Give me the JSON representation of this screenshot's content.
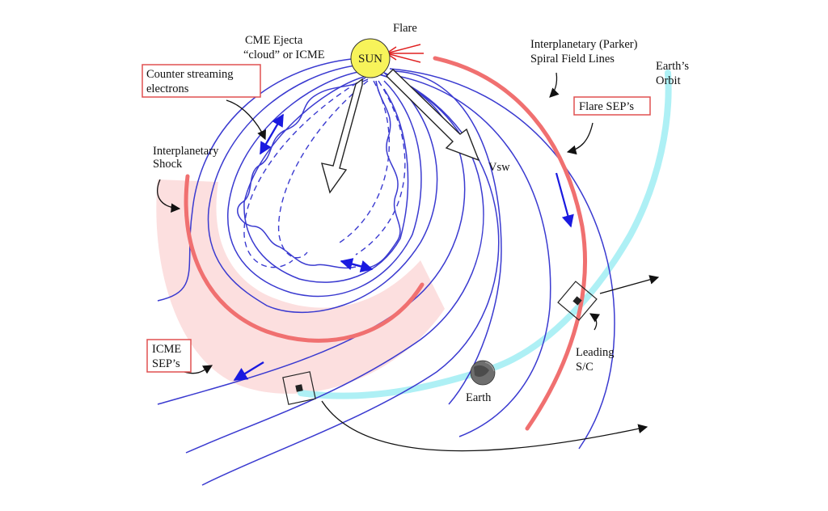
{
  "labels": {
    "flare": "Flare",
    "sun": "SUN",
    "cme_line1": "CME Ejecta",
    "cme_line2": "“cloud” or ICME",
    "counter_line1": "Counter streaming",
    "counter_line2": "electrons",
    "shock_line1": "Interplanetary",
    "shock_line2": "Shock",
    "vsw": "Vsw",
    "parker_line1": "Interplanetary (Parker)",
    "parker_line2": "Spiral Field Lines",
    "orbit_line1": "Earth’s",
    "orbit_line2": "Orbit",
    "flare_seps": "Flare SEP’s",
    "icme_line1": "ICME",
    "icme_line2": "SEP’s",
    "earth": "Earth",
    "leading_line1": "Leading",
    "leading_line2": "S/C"
  },
  "colors": {
    "field_line": "#3a3ad0",
    "shock": "#f07070",
    "shock_region": "#fbd9d9",
    "orbit": "#aef0f5",
    "sun": "#f7f35a",
    "arrow_blue": "#1a1ae0",
    "flare_arrow": "#e02020",
    "label_box": "#e05050"
  }
}
